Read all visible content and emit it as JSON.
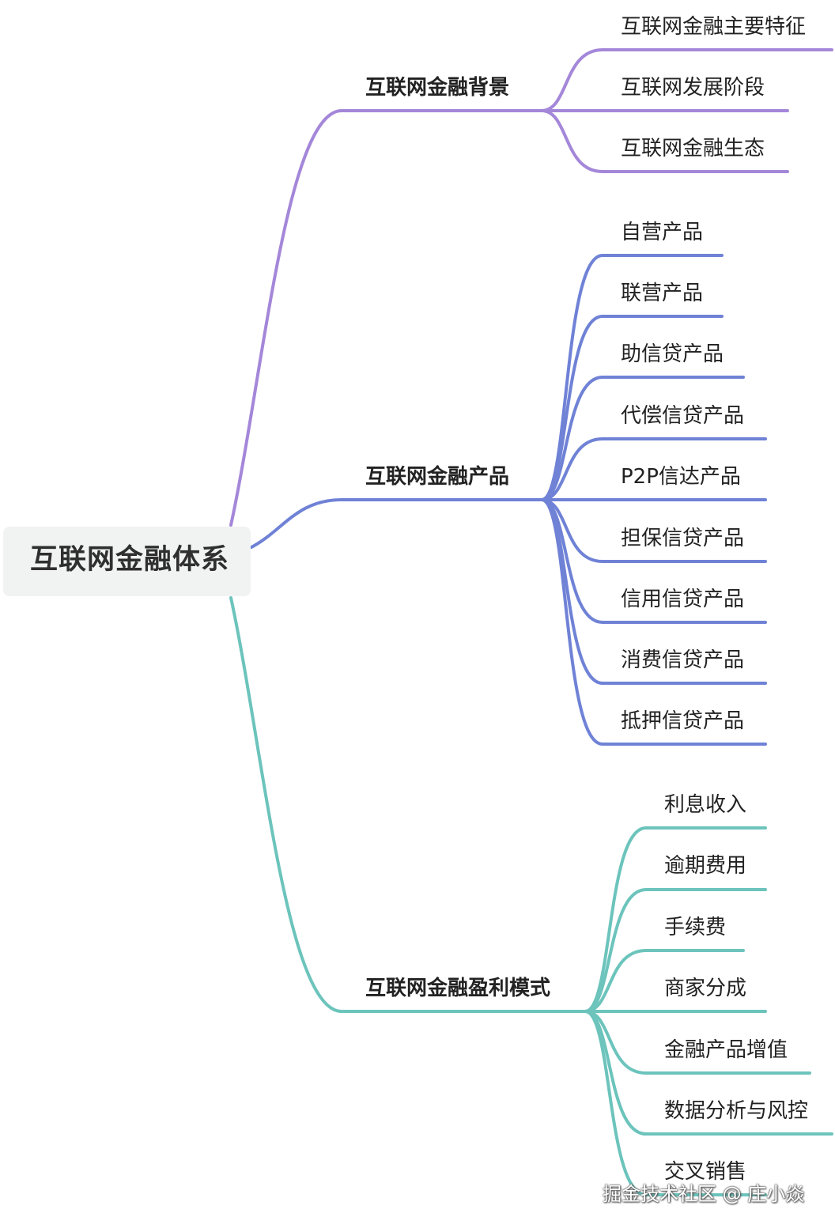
{
  "root": {
    "label": "互联网金融体系"
  },
  "branches": [
    {
      "label": "互联网金融背景",
      "color": "#a487d9",
      "children": [
        "互联网金融主要特征",
        "互联网发展阶段",
        "互联网金融生态"
      ]
    },
    {
      "label": "互联网金融产品",
      "color": "#6f82d6",
      "children": [
        "自营产品",
        "联营产品",
        "助信贷产品",
        "代偿信贷产品",
        "P2P信达产品",
        "担保信贷产品",
        "信用信贷产品",
        "消费信贷产品",
        "抵押信贷产品"
      ]
    },
    {
      "label": "互联网金融盈利模式",
      "color": "#6cc4bc",
      "children": [
        "利息收入",
        "逾期费用",
        "手续费",
        "商家分成",
        "金融产品增值",
        "数据分析与风控",
        "交叉销售"
      ]
    }
  ],
  "watermark": "掘金技术社区 @ 庄小焱"
}
